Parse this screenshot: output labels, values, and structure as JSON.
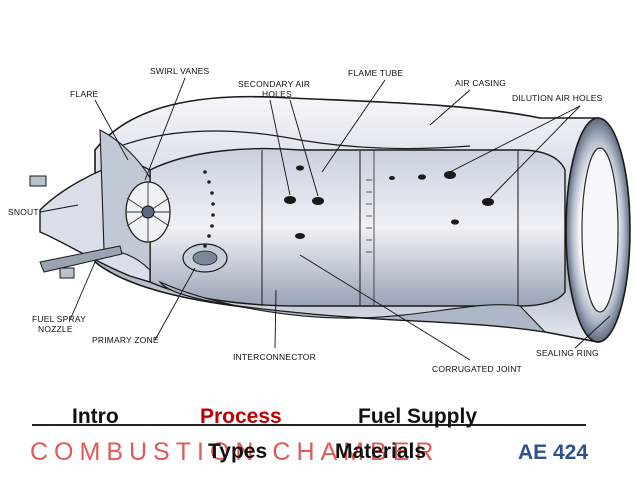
{
  "diagram": {
    "labels": {
      "swirl_vanes": "SWIRL VANES",
      "secondary_air": "SECONDARY AIR",
      "holes": "HOLES",
      "flame_tube": "FLAME TUBE",
      "air_casing": "AIR CASING",
      "dilution_air_holes": "DILUTION AIR HOLES",
      "flare": "FLARE",
      "snout": "SNOUT",
      "fuel_spray": "FUEL SPRAY",
      "nozzle": "NOZZLE",
      "primary_zone": "PRIMARY ZONE",
      "interconnector": "INTERCONNECTOR",
      "corrugated_joint": "CORRUGATED JOINT",
      "sealing_ring": "SEALING RING"
    },
    "colors": {
      "metal_light": "#e8ecf3",
      "metal_mid": "#b9c2d2",
      "metal_dark": "#6e7890",
      "outline": "#1a1a1a"
    }
  },
  "nav": {
    "intro": "Intro",
    "process": "Process",
    "fuel_supply": "Fuel Supply",
    "types": "Types",
    "materials": "Materials"
  },
  "footer": {
    "title": "COMBUSTION CHAMBER",
    "course": "AE 424",
    "title_color": "#e05a5a",
    "course_color": "#2f4f8f",
    "active_color": "#c00000"
  }
}
